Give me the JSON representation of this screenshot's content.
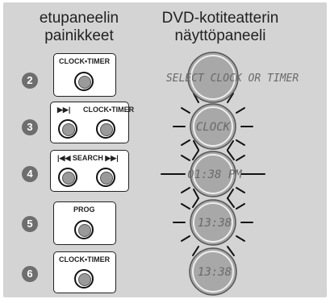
{
  "headings": {
    "left_line1": "etupaneelin",
    "left_line2": "painikkeet",
    "right_line1": "DVD-kotiteatterin",
    "right_line2": "näyttöpaneeli"
  },
  "steps": [
    {
      "number": "2",
      "buttons": [
        "CLOCK•TIMER"
      ],
      "display": "SELECT CLOCK OR TIMER"
    },
    {
      "number": "3",
      "buttons": [
        "▶▶|",
        "CLOCK•TIMER"
      ],
      "display": "CLOCK"
    },
    {
      "number": "4",
      "buttons": [
        "|◀◀ SEARCH ▶▶|"
      ],
      "display": "01:38 PM"
    },
    {
      "number": "5",
      "buttons": [
        "PROG"
      ],
      "display": "13:38"
    },
    {
      "number": "6",
      "buttons": [
        "CLOCK•TIMER"
      ],
      "display": "13:38"
    }
  ],
  "colors": {
    "panel_bg": "#d4d4d4",
    "disc": "#a8a8a8",
    "step_badge": "#6e6e6e"
  }
}
